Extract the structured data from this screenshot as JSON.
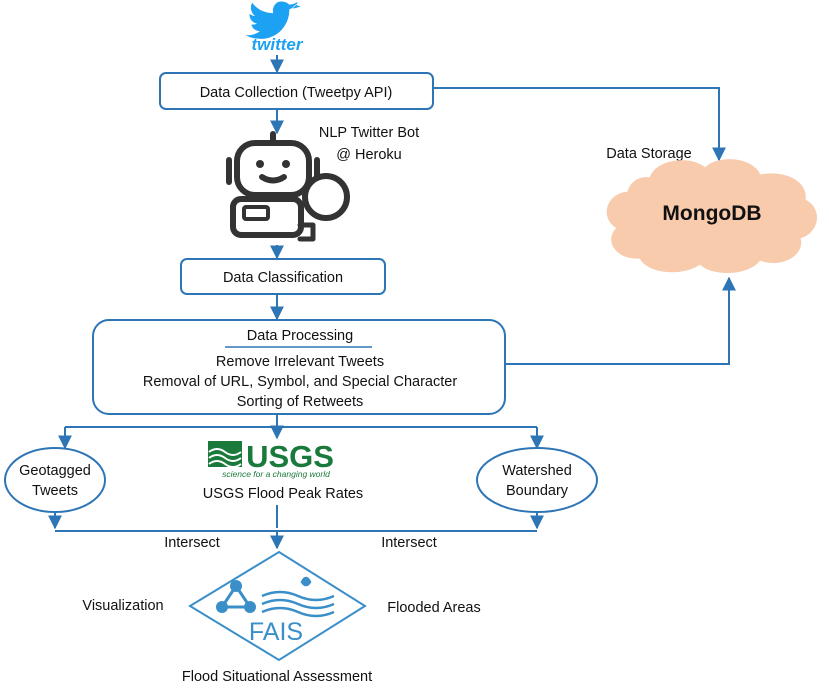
{
  "twitter": {
    "wordmark": "twitter"
  },
  "boxes": {
    "data_collection": "Data Collection (Tweetpy API)",
    "data_classification": "Data Classification",
    "data_processing": {
      "title": "Data Processing",
      "lines": [
        "Remove Irrelevant Tweets",
        "Removal of URL, Symbol, and Special Character",
        "Sorting of Retweets"
      ]
    }
  },
  "bot": {
    "line1": "NLP Twitter Bot",
    "line2": "@ Heroku"
  },
  "storage": {
    "label": "Data Storage",
    "db": "MongoDB"
  },
  "geotagged": {
    "line1": "Geotagged",
    "line2": "Tweets"
  },
  "watershed": {
    "line1": "Watershed",
    "line2": "Boundary"
  },
  "usgs": {
    "logo": "USGS",
    "tagline": "science for a changing world",
    "caption": "USGS Flood Peak Rates"
  },
  "intersect": {
    "left": "Intersect",
    "right": "Intersect"
  },
  "fais": {
    "name": "FAIS",
    "visualization": "Visualization",
    "flooded_areas": "Flooded Areas",
    "assessment": "Flood Situational Assessment"
  },
  "colors": {
    "line": "#2E75B6",
    "box_border": "#2E75B6",
    "cloud": "#F8CBAD",
    "usgs_green": "#1A7A3C",
    "twitter_blue": "#1DA1F2",
    "fais_blue": "#3A8FC8"
  }
}
